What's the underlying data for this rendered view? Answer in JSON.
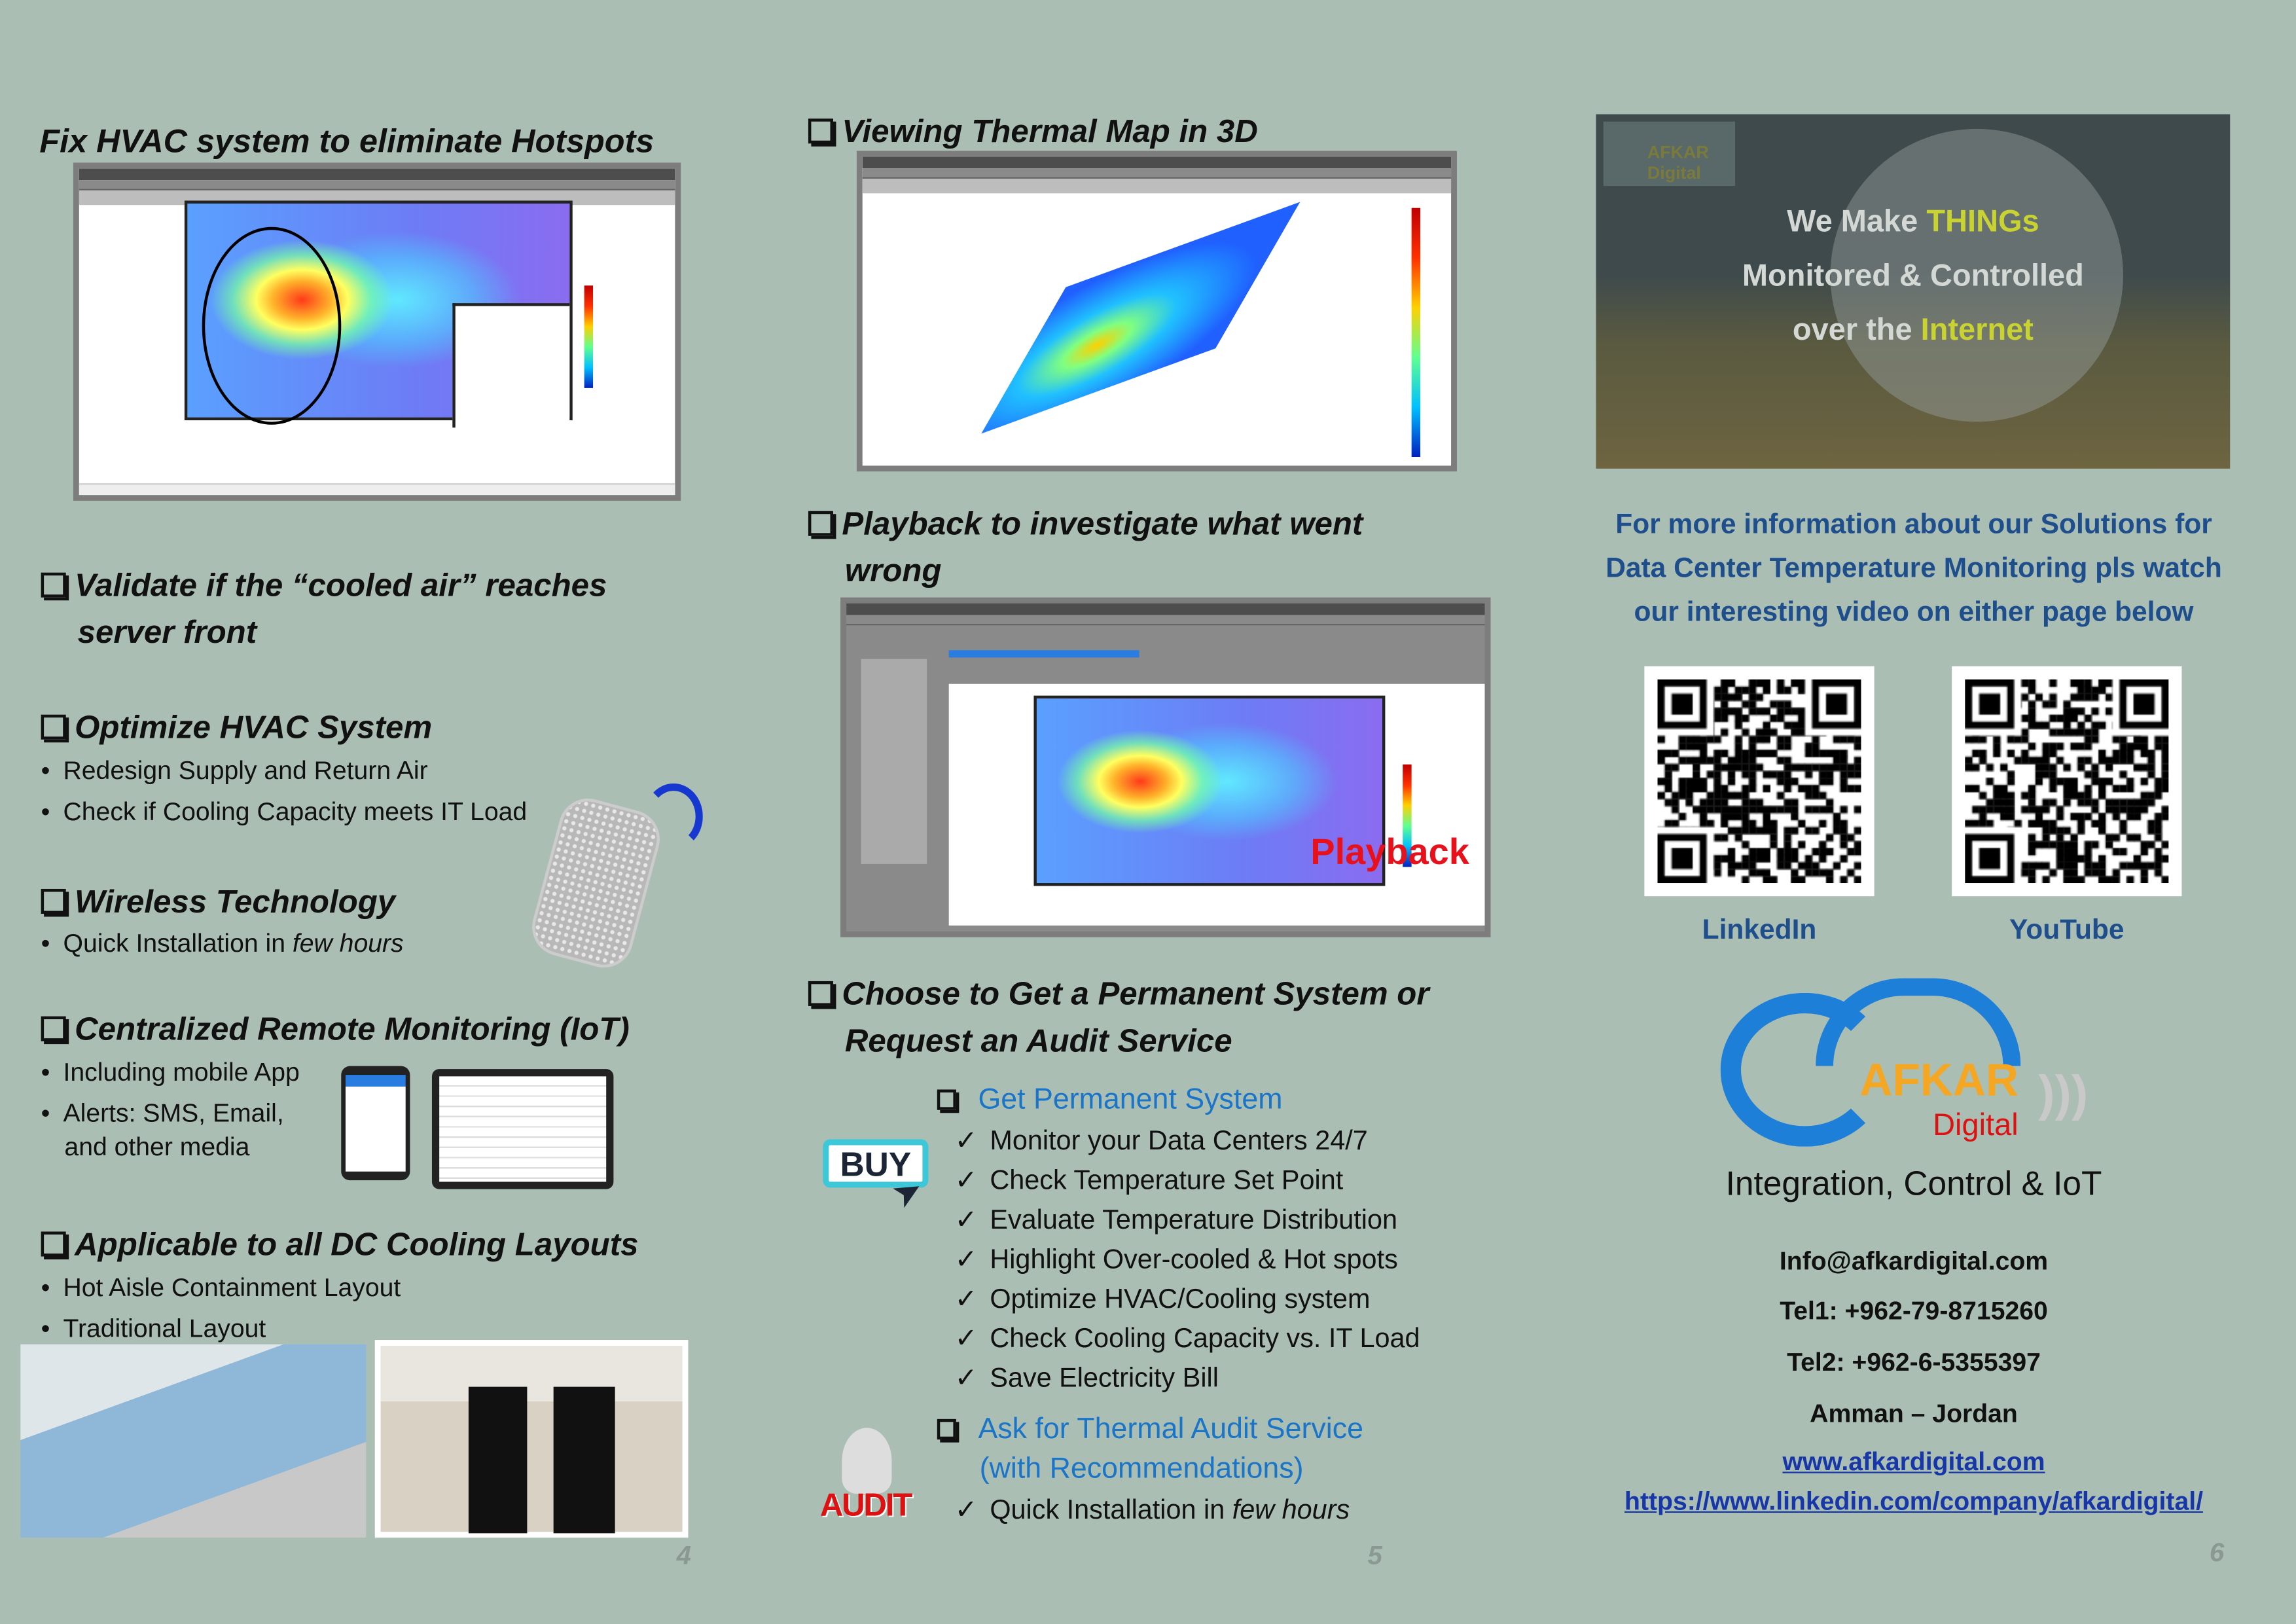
{
  "page4": {
    "title": "Fix HVAC system to eliminate Hotspots",
    "validate": [
      "Validate if the “cooled air” reaches",
      "server front"
    ],
    "optimize": {
      "heading": "Optimize HVAC System",
      "bullets": [
        "Redesign Supply and Return Air",
        "Check if Cooling Capacity meets IT Load"
      ]
    },
    "wireless": {
      "heading": "Wireless Technology",
      "bullet_prefix": "Quick Installation in ",
      "bullet_em": "few hours"
    },
    "remote": {
      "heading": "Centralized Remote Monitoring (IoT)",
      "bullets": [
        "Including mobile App",
        "Alerts: SMS, Email,",
        "and other media"
      ]
    },
    "layouts": {
      "heading": "Applicable to all DC Cooling Layouts",
      "bullets": [
        "Hot Aisle Containment Layout",
        "Traditional Layout"
      ]
    },
    "page_number": "4"
  },
  "page5": {
    "thermal3d": "Viewing Thermal Map in 3D",
    "playback": [
      "Playback to investigate what went",
      "wrong"
    ],
    "playback_label": "Playback",
    "choose": [
      "Choose to Get a Permanent System or",
      "Request an Audit Service"
    ],
    "permanent": {
      "heading": "Get Permanent System",
      "buy_label": "BUY",
      "checks": [
        "Monitor your Data Centers 24/7",
        "Check Temperature Set Point",
        "Evaluate Temperature Distribution",
        "Highlight Over-cooled & Hot spots",
        "Optimize HVAC/Cooling system",
        "Check Cooling Capacity vs. IT Load",
        "Save Electricity Bill"
      ]
    },
    "audit": {
      "heading": [
        "Ask for Thermal Audit Service",
        "(with Recommendations)"
      ],
      "audit_label": "AUDIT",
      "check_prefix": "Quick Installation in ",
      "check_em": "few hours"
    },
    "check_mark": "✓",
    "page_number": "5"
  },
  "page6": {
    "banner": {
      "line1a": "We Make ",
      "line1b": "THINGs",
      "line2": "Monitored & Controlled",
      "line3a": "over the ",
      "line3b": "Internet",
      "logo_left": "AFKAR Digital"
    },
    "info": [
      "For more information about our Solutions for",
      "Data Center Temperature Monitoring pls watch",
      "our interesting video on either page below"
    ],
    "qr_labels": [
      "LinkedIn",
      "YouTube"
    ],
    "logo": {
      "afkar": "AFKAR",
      "digital": "Digital"
    },
    "tagline": "Integration, Control & IoT",
    "contacts": [
      "Info@afkardigital.com",
      "Tel1: +962-79-8715260",
      "Tel2: +962-6-5355397",
      "Amman – Jordan"
    ],
    "links": [
      "www.afkardigital.com",
      "https://www.linkedin.com/company/afkardigital/"
    ],
    "page_number": "6"
  },
  "colors": {
    "background": "#aabeb3",
    "heading_blue": "#1f4e8c",
    "link_blue": "#1a74c8",
    "playback_red": "#e8101a",
    "thing_yellow": "#c8d230"
  }
}
